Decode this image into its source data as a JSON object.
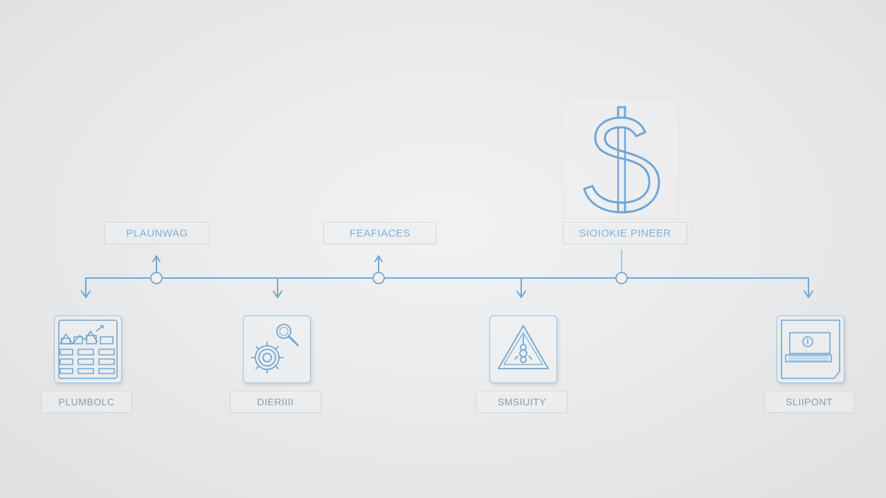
{
  "top_labels": [
    {
      "id": "planning",
      "text": "PLAUNWAG"
    },
    {
      "id": "features",
      "text": "FEAFIACES"
    },
    {
      "id": "pricing",
      "text": "SIOIOKIE PINEER"
    }
  ],
  "bottom_labels": [
    {
      "id": "planning",
      "text": "PLUMBOLC"
    },
    {
      "id": "discovery",
      "text": "DIERIIII"
    },
    {
      "id": "security",
      "text": "SMSIUITY"
    },
    {
      "id": "support",
      "text": "SLIIPONT"
    }
  ],
  "icons": {
    "dollar": "dollar-sign-icon",
    "grid": "spreadsheet-grid-icon",
    "search": "magnifier-gear-icon",
    "warning": "warning-triangle-icon",
    "monitor": "monitor-document-icon"
  },
  "colors": {
    "line": "#6fa6d2",
    "icon_stroke": "#6fa6d2",
    "text_blue": "#7fb0d8",
    "text_gray": "#8b9aa8",
    "background": "#e9eaeb"
  }
}
